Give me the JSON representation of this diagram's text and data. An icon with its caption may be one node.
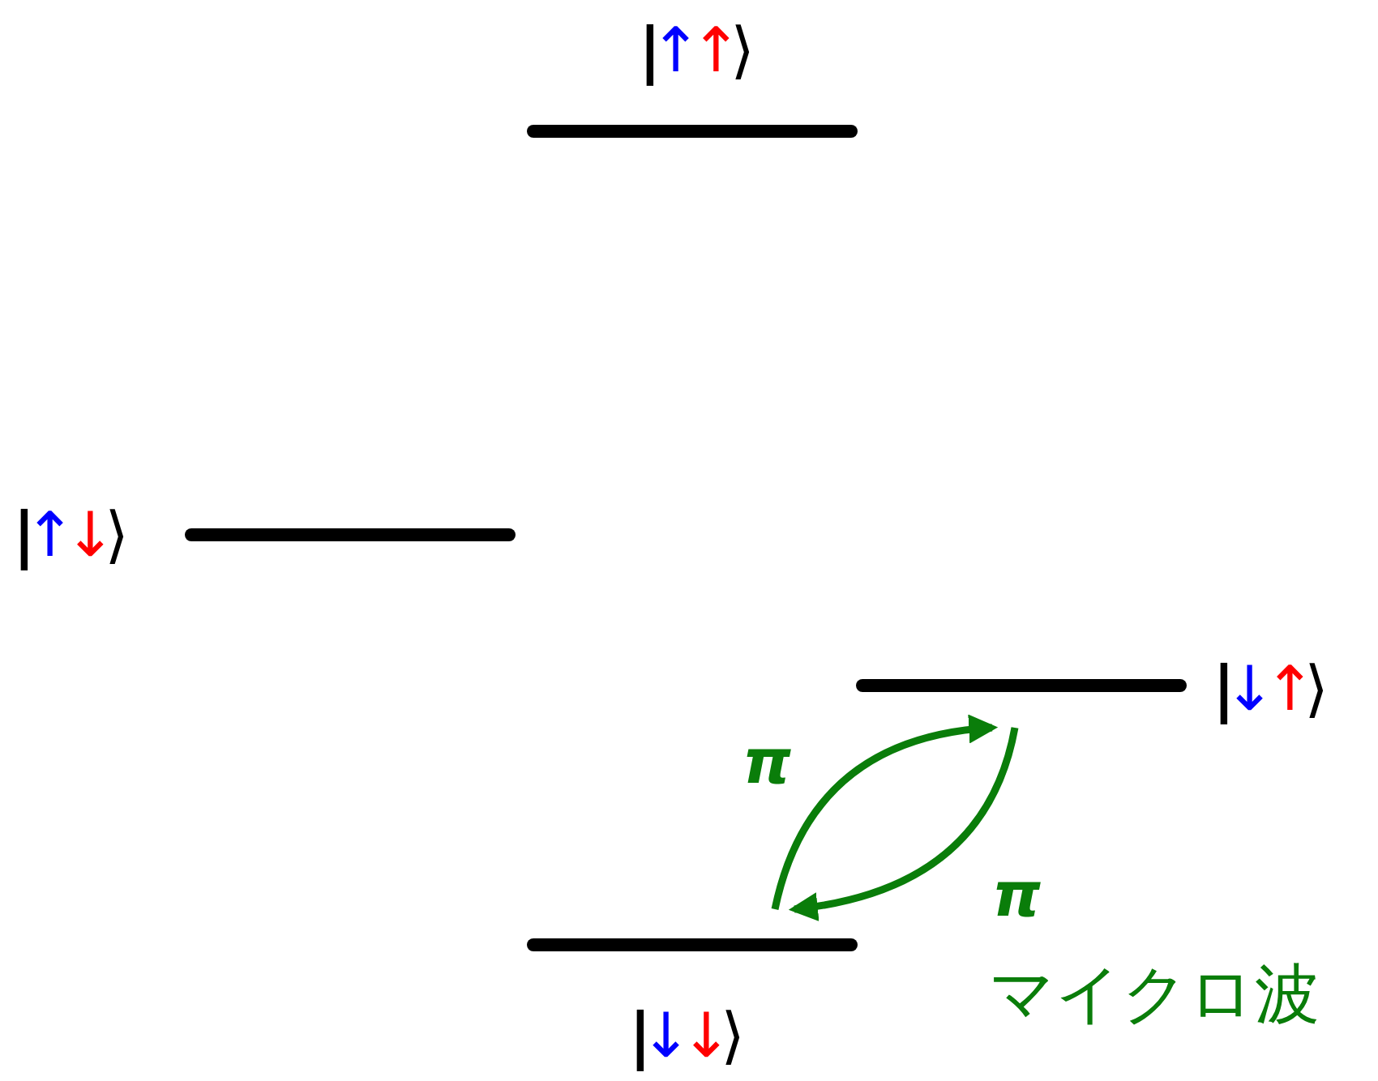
{
  "diagram": {
    "nodes": [
      {
        "text": [
          "|↑↑⟩"
        ]
      },
      {
        "text": [
          "|↑↓⟩"
        ]
      },
      {
        "text": [
          "|↓↑⟩"
        ]
      },
      {
        "text": [
          "|↓↓⟩"
        ]
      }
    ],
    "edges": [
      {
        "from": 3,
        "to": 2,
        "arrow": "to",
        "label": "π"
      },
      {
        "from": 2,
        "to": 3,
        "arrow": "to",
        "label": "π"
      }
    ],
    "labels": [
      "マイクロ波"
    ]
  }
}
